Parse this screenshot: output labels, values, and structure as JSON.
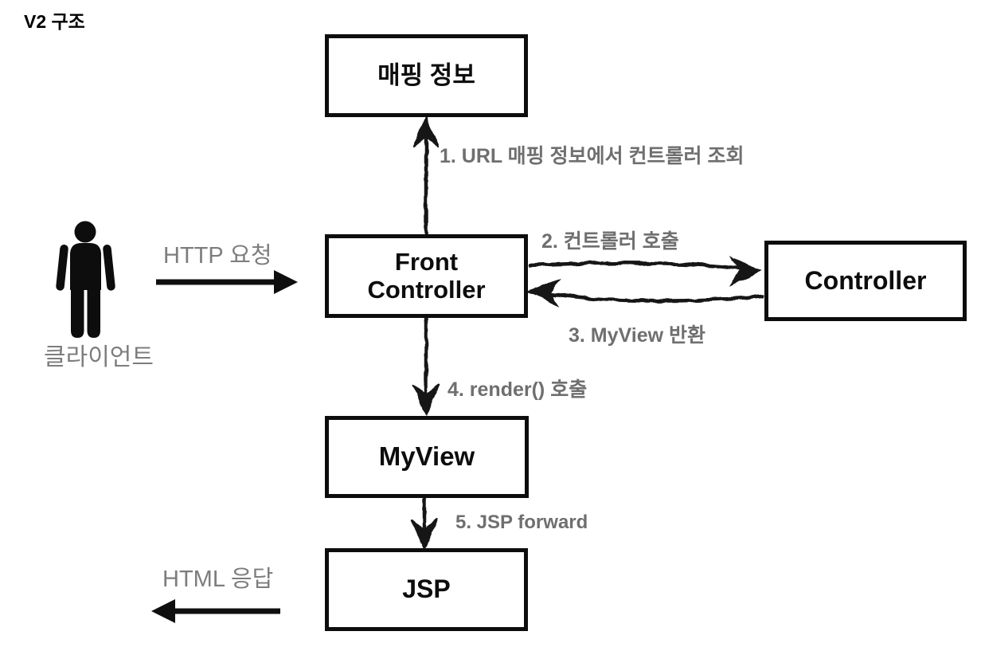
{
  "title": "V2 구조",
  "colors": {
    "box_border": "#0d0d0d",
    "box_text": "#0d0d0d",
    "step_label_gray": "#6f6f6f",
    "flow_label_gray": "#7d7d7d",
    "arrow_black": "#161616",
    "background": "#ffffff"
  },
  "boxes": {
    "mapping": {
      "label": "매핑 정보"
    },
    "front_controller": {
      "label": "Front Controller"
    },
    "controller": {
      "label": "Controller"
    },
    "myview": {
      "label": "MyView"
    },
    "jsp": {
      "label": "JSP"
    }
  },
  "actors": {
    "client": {
      "label": "클라이언트",
      "icon": "person-icon"
    }
  },
  "flows": {
    "http_request": "HTTP 요청",
    "html_response": "HTML 응답",
    "step1": "1. URL 매핑 정보에서 컨트롤러 조회",
    "step2": "2. 컨트롤러 호출",
    "step3": "3. MyView 반환",
    "step4": "4. render() 호출",
    "step5": "5. JSP forward"
  }
}
